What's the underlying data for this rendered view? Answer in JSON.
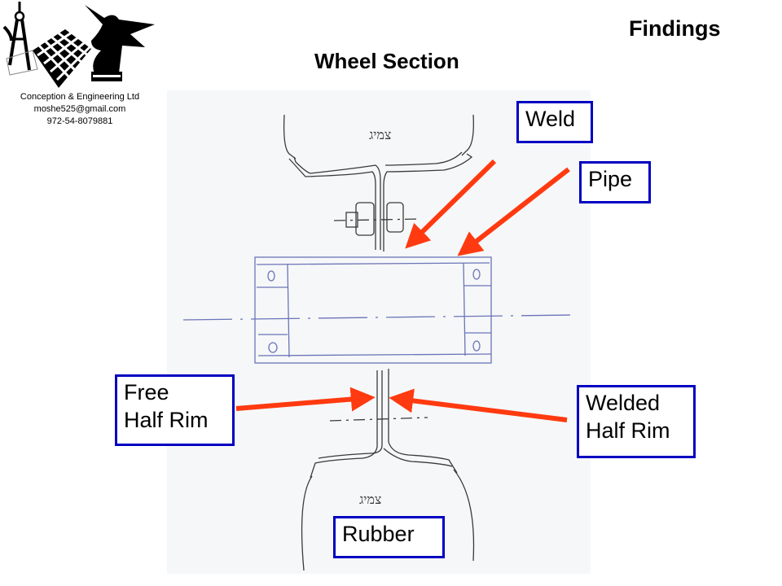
{
  "header": {
    "title": "Findings",
    "subtitle": "Wheel Section"
  },
  "logo": {
    "company": "Conception & Engineering Ltd",
    "email": "moshe525@gmail.com",
    "phone": "972-54-8079881",
    "icons": [
      "compass-icon",
      "chessboard-icon",
      "unicorn-knight-icon"
    ]
  },
  "sketch": {
    "handwritten_labels": [
      "צמיג",
      "צמיג"
    ],
    "stroke_color": "#3a3a3a",
    "pipe_color": "#6a74b8"
  },
  "callouts": [
    {
      "id": "weld",
      "label": "Weld"
    },
    {
      "id": "pipe",
      "label": "Pipe"
    },
    {
      "id": "free-half-rim",
      "lines": [
        "Free",
        "Half Rim"
      ]
    },
    {
      "id": "welded-half-rim",
      "lines": [
        "Welded",
        "Half Rim"
      ]
    },
    {
      "id": "rubber",
      "label": "Rubber"
    }
  ],
  "colors": {
    "arrow": "#ff3a10",
    "callout_border": "#0000c0"
  }
}
